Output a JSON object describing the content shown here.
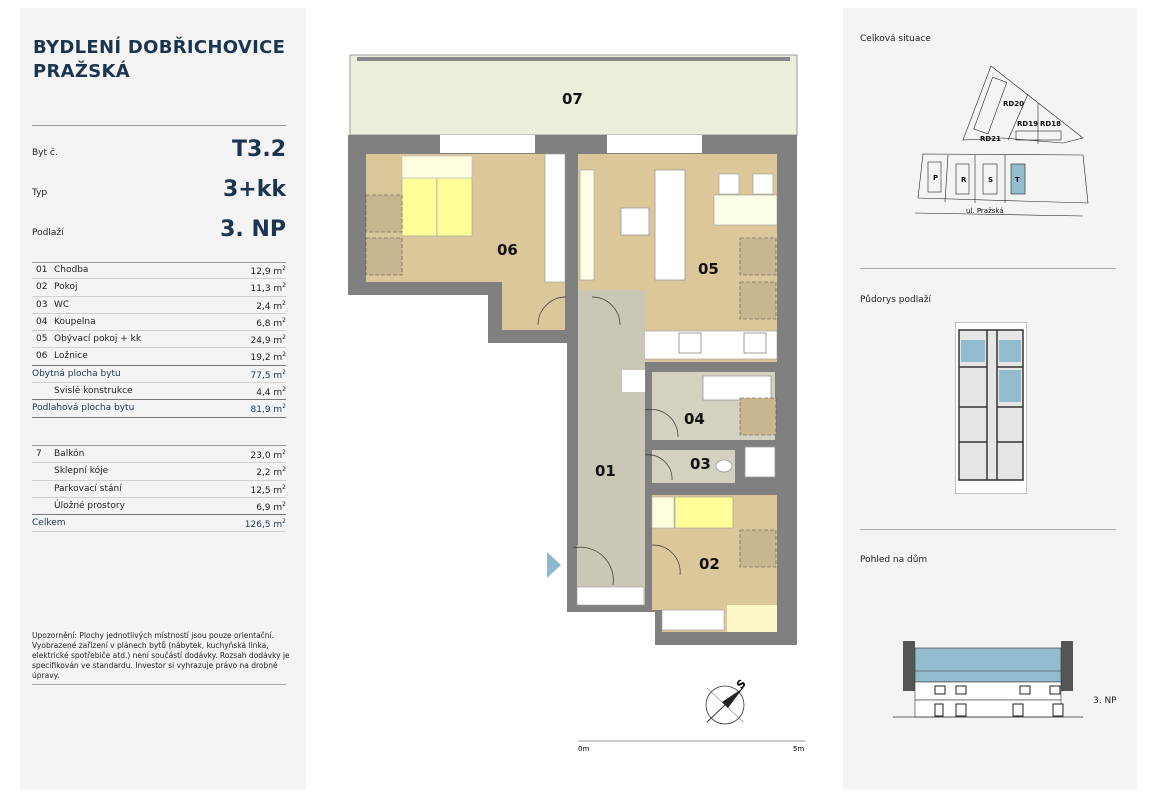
{
  "project": {
    "title_line1": "BYDLENÍ DOBŘICHOVICE",
    "title_line2": "PRAŽSKÁ"
  },
  "properties": [
    {
      "label": "Byt č.",
      "value": "T3.2"
    },
    {
      "label": "Typ",
      "value": "3+kk"
    },
    {
      "label": "Podlaží",
      "value": "3. NP"
    }
  ],
  "rooms": [
    {
      "num": "01",
      "name": "Chodba",
      "area": "12,9 m"
    },
    {
      "num": "02",
      "name": "Pokoj",
      "area": "11,3 m"
    },
    {
      "num": "03",
      "name": "WC",
      "area": "2,4 m"
    },
    {
      "num": "04",
      "name": "Koupelna",
      "area": "6,8 m"
    },
    {
      "num": "05",
      "name": "Obývací pokoj + kk",
      "area": "24,9 m"
    },
    {
      "num": "06",
      "name": "Ložnice",
      "area": "19,2 m"
    }
  ],
  "summary": [
    {
      "name": "Obytná plocha bytu",
      "area": "77,5 m"
    },
    {
      "name": "Svislé konstrukce",
      "area": "4,4 m"
    },
    {
      "name": "Podlahová plocha bytu",
      "area": "81,9 m"
    }
  ],
  "extras": [
    {
      "num": "7",
      "name": "Balkón",
      "area": "23,0 m"
    },
    {
      "num": "",
      "name": "Sklepní kóje",
      "area": "2,2 m"
    },
    {
      "num": "",
      "name": "Parkovací stání",
      "area": "12,5 m"
    },
    {
      "num": "",
      "name": "Úložné prostory",
      "area": "6,9 m"
    }
  ],
  "total": {
    "name": "Celkem",
    "area": "126,5 m"
  },
  "unit_sup": "2",
  "note": "Upozornění: Plochy jednotlivých místností jsou pouze orientační. Vyobrazené zařízení v plánech bytů (nábytek, kuchyňská linka, elektrické spotřebiče atd.) není součástí dodávky. Rozsah dodávky je specifikován ve standardu. Investor si vyhrazuje právo na drobné úpravy.",
  "plan": {
    "room_labels": [
      "07",
      "06",
      "05",
      "04",
      "01",
      "03",
      "02"
    ],
    "compass": "S",
    "scale_start": "0m",
    "scale_end": "5m"
  },
  "right": {
    "site_heading": "Celková situace",
    "site_labels": [
      "RD20",
      "RD19",
      "RD18",
      "RD21",
      "P",
      "R",
      "S",
      "T"
    ],
    "street": "ul. Pražská",
    "floors_heading": "Půdorys podlaží",
    "view_heading": "Pohled na dům",
    "floor_label": "3. NP"
  },
  "colors": {
    "accent": "#1b3550",
    "highlight": "#94bccf",
    "wall": "#808080",
    "wood": "#dcc79b",
    "tile": "#cac7b6",
    "balcony": "#efeedc"
  }
}
